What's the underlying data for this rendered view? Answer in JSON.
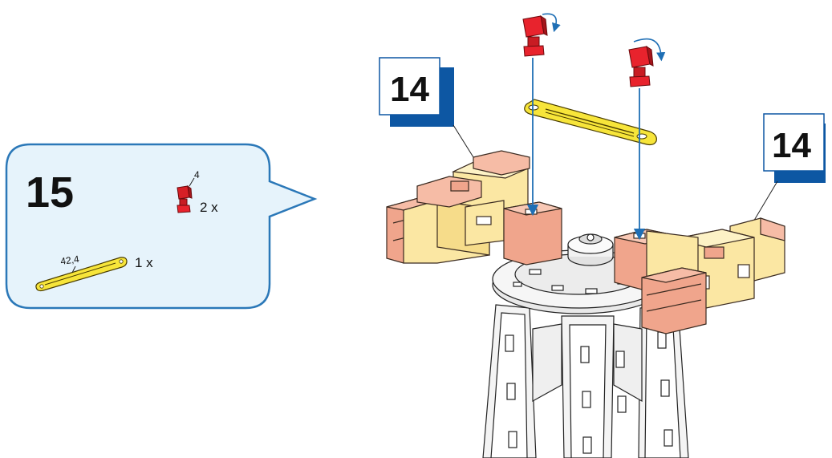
{
  "step": {
    "number": "15"
  },
  "parts_list": {
    "items": [
      {
        "icon": "red-connector-icon",
        "size": "4",
        "quantity": "2 x"
      },
      {
        "icon": "yellow-strut-icon",
        "size": "42,4",
        "quantity": "1 x"
      }
    ]
  },
  "references": [
    {
      "label": "14"
    },
    {
      "label": "14"
    }
  ],
  "colors": {
    "callout_border": "#2B78B8",
    "callout_fill": "#E6F3FB",
    "arrow_blue": "#1f6fb5",
    "badge_shadow": "#0d57a3",
    "connector_red": "#e8232d",
    "strut_yellow": "#f7e53a",
    "block_salmon": "#f0a58c",
    "block_cream": "#fbe7a3",
    "structure_gray": "#f0f0f0"
  }
}
